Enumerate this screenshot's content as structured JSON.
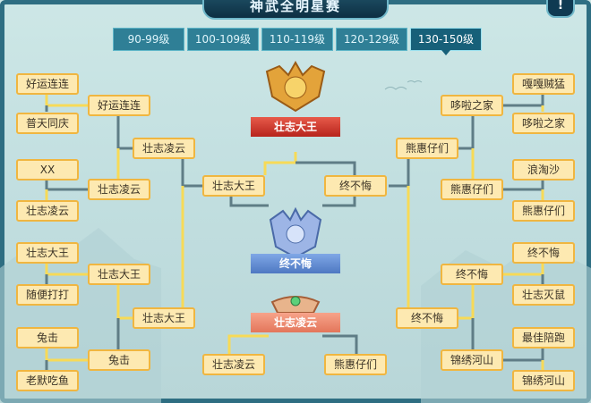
{
  "title": "神武全明星赛",
  "help_label": "!",
  "tabs": [
    "90-99级",
    "100-109级",
    "110-119级",
    "120-129级",
    "130-150级"
  ],
  "active_tab": 4,
  "podium": {
    "champion": "壮志大王",
    "runner_up": "终不悔",
    "third": "壮志凌云"
  },
  "left": {
    "round1": [
      "好运连连",
      "普天同庆",
      "XX",
      "壮志凌云",
      "壮志大王",
      "随便打打",
      "兔击",
      "老默吃鱼"
    ],
    "round2": [
      "好运连连",
      "壮志凌云",
      "壮志大王",
      "兔击"
    ],
    "round3": [
      "壮志凌云",
      "壮志大王"
    ],
    "semi": "壮志大王"
  },
  "right": {
    "round1": [
      "嘎嘎贼猛",
      "哆啦之家",
      "浪淘沙",
      "熊惠仔们",
      "终不悔",
      "壮志灭鼠",
      "最佳陪跑",
      "锦绣河山"
    ],
    "round2": [
      "哆啦之家",
      "熊惠仔们",
      "终不悔",
      "锦绣河山"
    ],
    "round3": [
      "熊惠仔们",
      "终不悔"
    ],
    "semi": "终不悔"
  },
  "third_place_match": [
    "壮志凌云",
    "熊惠仔们"
  ],
  "colors": {
    "node_fill": "#fde9b1",
    "node_border": "#f0b640",
    "connector_active": "#f7da57",
    "connector_idle": "#5f7d86",
    "tab_active": "#176079"
  }
}
